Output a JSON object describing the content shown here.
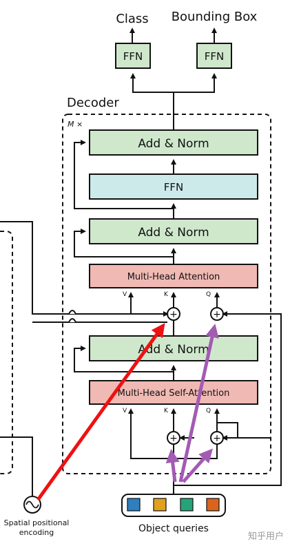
{
  "labels": {
    "class": "Class",
    "bounding_box": "Bounding Box",
    "ffn_left": "FFN",
    "ffn_right": "FFN",
    "decoder": "Decoder",
    "repeat": "M ×",
    "add_norm_top": "Add & Norm",
    "ffn_mid": "FFN",
    "add_norm_mid": "Add & Norm",
    "mha": "Multi-Head Attention",
    "add_norm_low": "Add & Norm",
    "mhsa": "Multi-Head Self-Attention",
    "v1": "V",
    "k1": "K",
    "q1": "Q",
    "v2": "V",
    "k2": "K",
    "q2": "Q",
    "plus": "+",
    "spatial_line1": "Spatial positional",
    "spatial_line2": "encoding",
    "object_queries": "Object queries",
    "watermark": "知乎用户"
  },
  "colors": {
    "add_norm": "#cfe8cc",
    "ffn": "#cdeaea",
    "attention": "#f0b9b4",
    "output_ffn": "#cfe8cc",
    "query_colors": [
      "#2f7fbf",
      "#e0a020",
      "#27a37a",
      "#d9641e"
    ],
    "arrow_red": "#ee1111",
    "arrow_purple": "#a35bb3"
  }
}
